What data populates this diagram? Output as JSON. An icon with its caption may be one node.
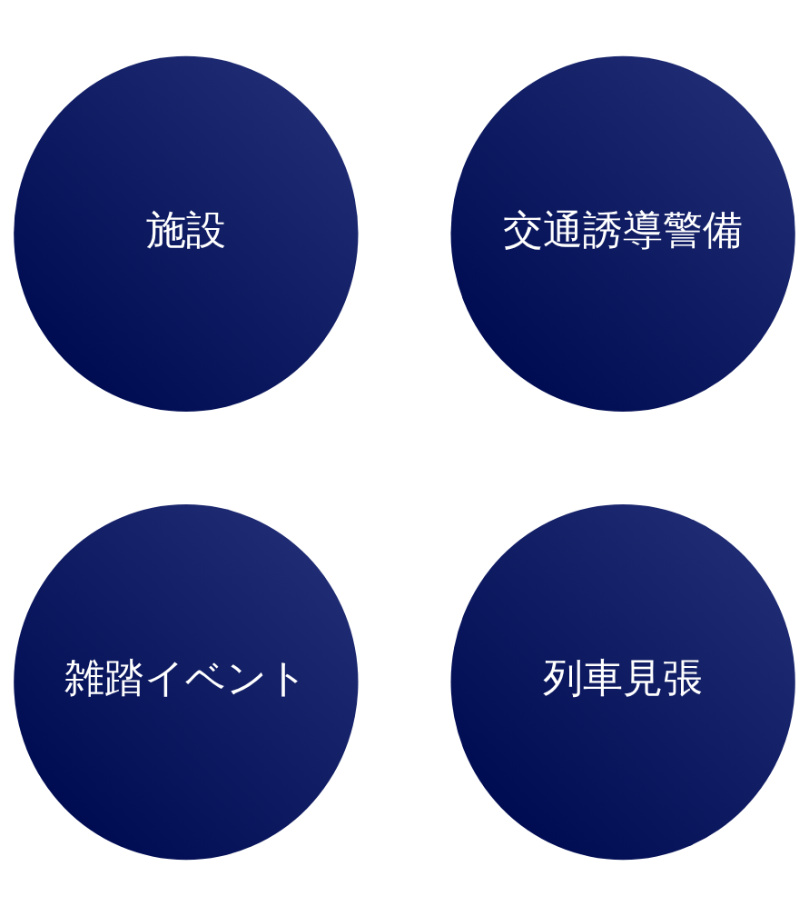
{
  "diagram": {
    "nodes": [
      {
        "text": [
          "交通誘導警備"
        ]
      },
      {
        "text": [
          "施設"
        ]
      },
      {
        "text": [
          "列車見張"
        ]
      },
      {
        "text": [
          "雑踏イベント"
        ]
      }
    ]
  }
}
